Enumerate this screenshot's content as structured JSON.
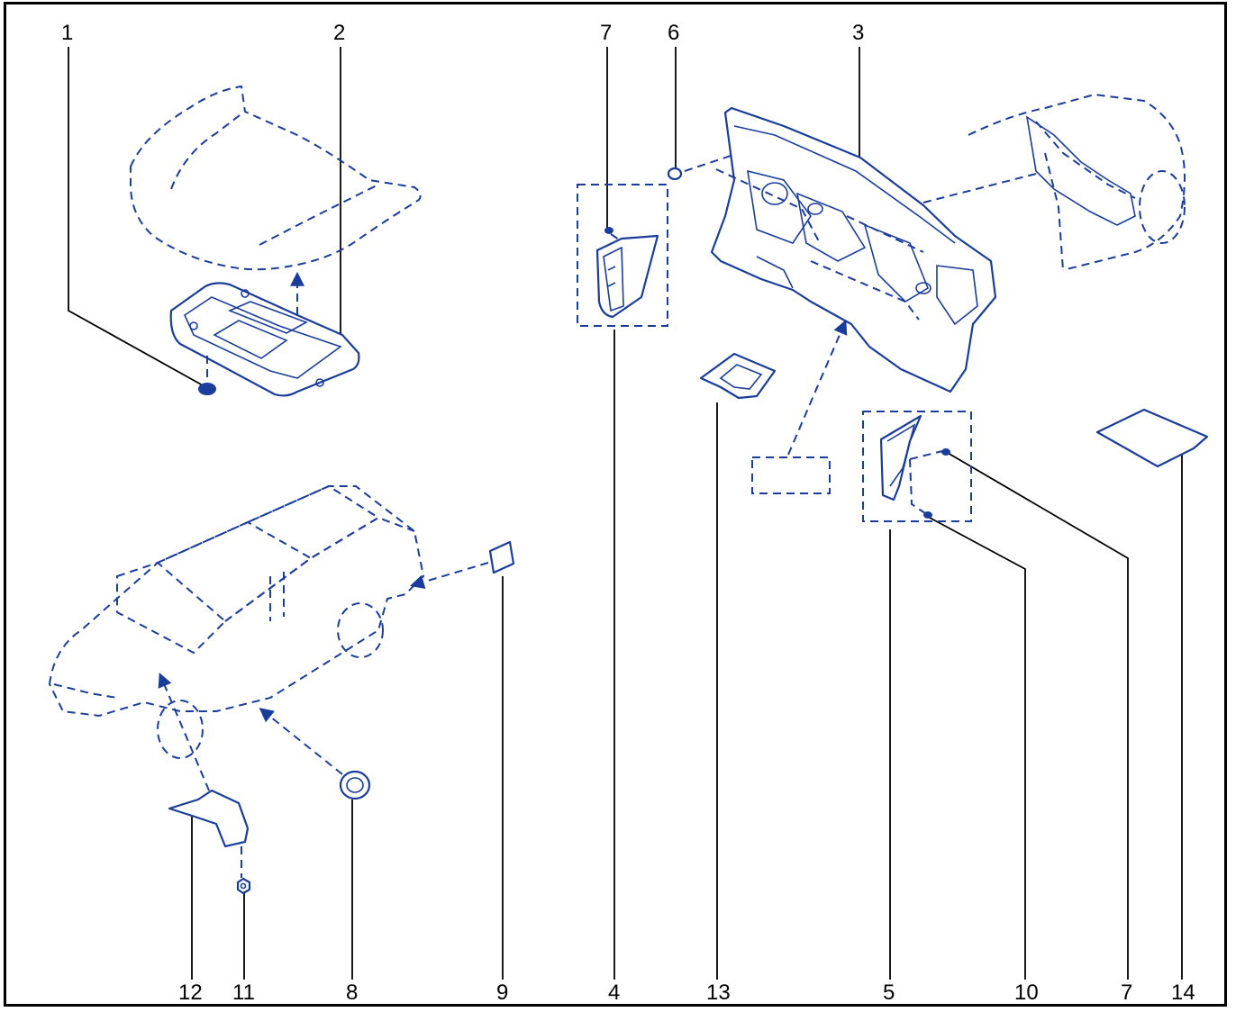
{
  "callouts": {
    "top": [
      {
        "id": "1",
        "text": "1"
      },
      {
        "id": "2",
        "text": "2"
      },
      {
        "id": "7a",
        "text": "7"
      },
      {
        "id": "6",
        "text": "6"
      },
      {
        "id": "3",
        "text": "3"
      }
    ],
    "bottom": [
      {
        "id": "12",
        "text": "12"
      },
      {
        "id": "11",
        "text": "11"
      },
      {
        "id": "8",
        "text": "8"
      },
      {
        "id": "9",
        "text": "9"
      },
      {
        "id": "4",
        "text": "4"
      },
      {
        "id": "13",
        "text": "13"
      },
      {
        "id": "5",
        "text": "5"
      },
      {
        "id": "10",
        "text": "10"
      },
      {
        "id": "7b",
        "text": "7"
      },
      {
        "id": "14",
        "text": "14"
      }
    ]
  },
  "colors": {
    "line_art": "#1a3d9c",
    "leader": "#000000",
    "frame": "#000000"
  }
}
